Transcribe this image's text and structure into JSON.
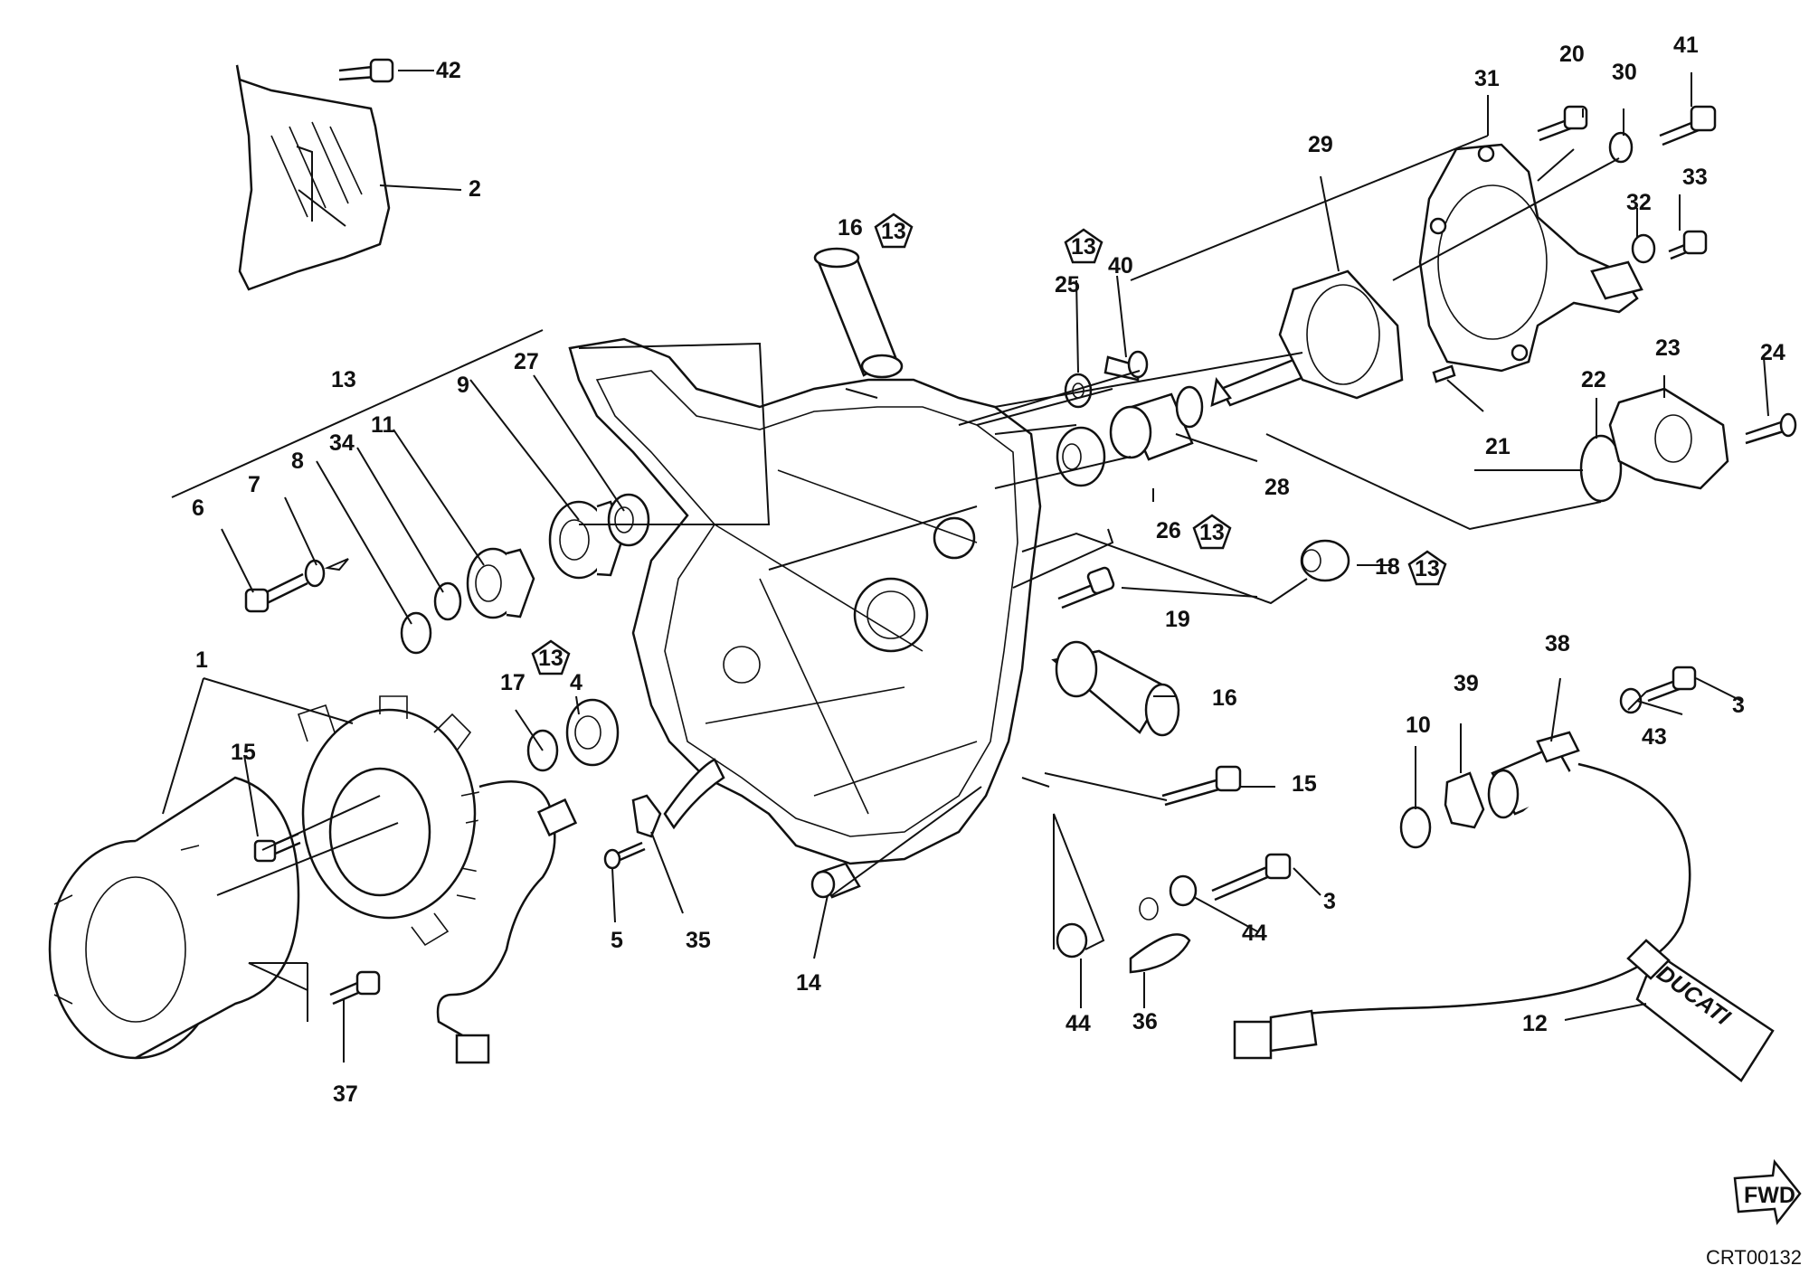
{
  "labels": {
    "l1": "1",
    "l2": "2",
    "l3a": "3",
    "l3b": "3",
    "l4": "4",
    "l5": "5",
    "l6": "6",
    "l7": "7",
    "l8": "8",
    "l9": "9",
    "l10": "10",
    "l11": "11",
    "l12": "12",
    "l13": "13",
    "l14": "14",
    "l15a": "15",
    "l15b": "15",
    "l16a": "16",
    "l16b": "16",
    "l17": "17",
    "l18": "18",
    "l19": "19",
    "l20": "20",
    "l21": "21",
    "l22": "22",
    "l23": "23",
    "l24": "24",
    "l25": "25",
    "l26": "26",
    "l27": "27",
    "l28": "28",
    "l29": "29",
    "l30": "30",
    "l31": "31",
    "l32": "32",
    "l33": "33",
    "l34": "34",
    "l35": "35",
    "l36": "36",
    "l37": "37",
    "l38": "38",
    "l39": "39",
    "l40": "40",
    "l41": "41",
    "l42": "42",
    "l43": "43",
    "l44a": "44",
    "l44b": "44"
  },
  "kit_badges": {
    "b1": "13",
    "b2": "13",
    "b3": "13",
    "b4": "13",
    "b5": "13"
  },
  "tube_brand": "DUCATI",
  "fwd_label": "FWD",
  "drawing_code": "CRT00132"
}
